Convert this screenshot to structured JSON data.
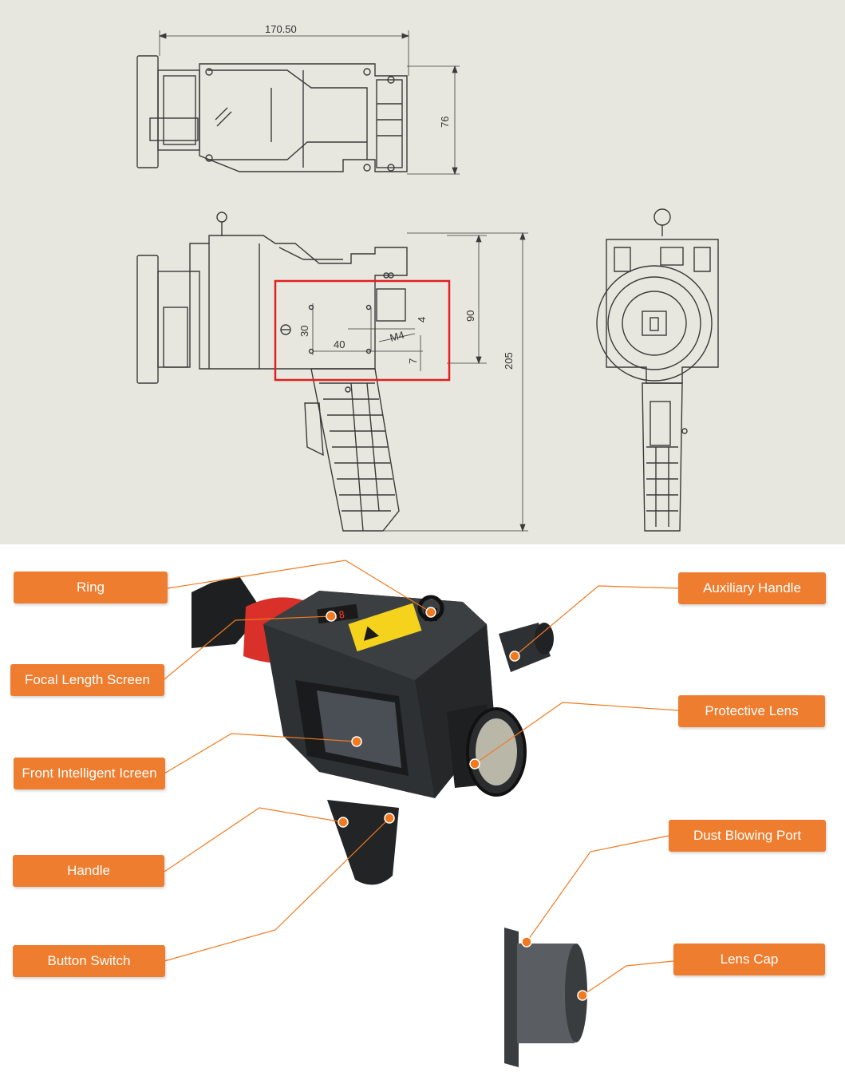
{
  "colors": {
    "drawing_background": "#e7e7df",
    "label_orange": "#ee7d2f",
    "callout_dot": "#f07a20",
    "highlight_red": "#e02020",
    "device_body": "#2e3133",
    "laser_ring_red": "#d9302a",
    "warning_yellow": "#f5d21c"
  },
  "drawing": {
    "dimensions": {
      "top_width": "170.50",
      "top_height": "76",
      "side_height_upper": "90",
      "side_height_total": "205",
      "mount_hole_vertical": "30",
      "mount_hole_horizontal": "40",
      "mount_offset_top": "4",
      "mount_thread": "M4",
      "mount_offset_bottom": "7"
    }
  },
  "labels": [
    {
      "key": "ring",
      "text": "Ring"
    },
    {
      "key": "focal_length_screen",
      "text": "Focal Length Screen"
    },
    {
      "key": "front_intelligent_screen",
      "text": "Front Intelligent Icreen"
    },
    {
      "key": "handle",
      "text": "Handle"
    },
    {
      "key": "button_switch",
      "text": "Button Switch"
    },
    {
      "key": "auxiliary_handle",
      "text": "Auxiliary Handle"
    },
    {
      "key": "protective_lens",
      "text": "Protective Lens"
    },
    {
      "key": "dust_blowing_port",
      "text": "Dust Blowing Port"
    },
    {
      "key": "lens_cap",
      "text": "Lens Cap"
    }
  ],
  "icons": [
    "red-display-icon",
    "warning-label-icon",
    "lifting-ring-icon"
  ]
}
